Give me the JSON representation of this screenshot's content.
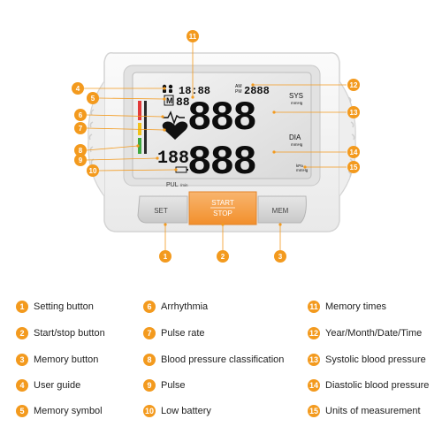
{
  "device": {
    "buttons": {
      "set": "SET",
      "start_stop_line1": "START",
      "start_stop_line2": "STOP",
      "mem": "MEM"
    },
    "display": {
      "memory_symbol": "M",
      "memory_count": "88",
      "date_top": "18:88",
      "date_right": "2888",
      "am": "AM",
      "pm": "PM",
      "sys_label": "SYS",
      "sys_unit": "mmHg",
      "dia_label": "DIA",
      "dia_unit": "mmHg",
      "systolic": "888",
      "diastolic": "888",
      "pulse": "188",
      "kpa_unit": "kPa",
      "mmhg_unit": "mmHg",
      "pul_label": "PUL",
      "pul_unit": "/min"
    },
    "callouts": {
      "n1": "1",
      "n2": "2",
      "n3": "3",
      "n4": "4",
      "n5": "5",
      "n6": "6",
      "n7": "7",
      "n8": "8",
      "n9": "9",
      "n10": "10",
      "n11": "11",
      "n12": "12",
      "n13": "13",
      "n14": "14",
      "n15": "15"
    }
  },
  "legend": [
    {
      "num": "1",
      "label": "Setting button"
    },
    {
      "num": "2",
      "label": "Start/stop button"
    },
    {
      "num": "3",
      "label": "Memory button"
    },
    {
      "num": "4",
      "label": "User guide"
    },
    {
      "num": "5",
      "label": "Memory symbol"
    },
    {
      "num": "6",
      "label": "Arrhythmia"
    },
    {
      "num": "7",
      "label": "Pulse rate"
    },
    {
      "num": "8",
      "label": "Blood pressure classification"
    },
    {
      "num": "9",
      "label": "Pulse"
    },
    {
      "num": "10",
      "label": "Low battery"
    },
    {
      "num": "11",
      "label": "Memory times"
    },
    {
      "num": "12",
      "label": "Year/Month/Date/Time"
    },
    {
      "num": "13",
      "label": "Systolic blood pressure"
    },
    {
      "num": "14",
      "label": "Diastolic blood pressure"
    },
    {
      "num": "15",
      "label": "Units of measurement"
    }
  ],
  "colors": {
    "accent": "#f39a1e",
    "start_button": "#f6a04d",
    "class_red": "#e23a3a",
    "class_yellow": "#f2c21a",
    "class_green": "#3fa83f"
  }
}
